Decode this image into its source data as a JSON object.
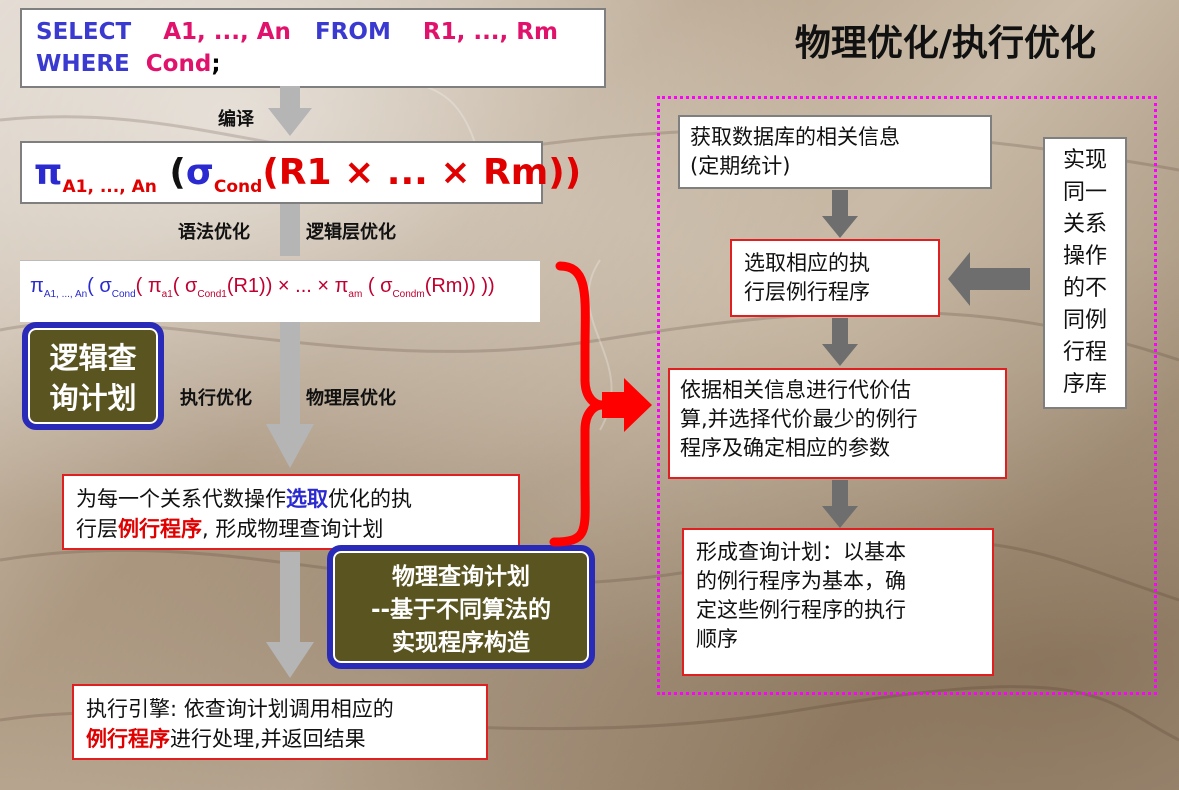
{
  "sql": {
    "select_kw": "SELECT",
    "select_cols": "A1, ..., An",
    "from_kw": "FROM",
    "from_rels": "R1, ..., Rm",
    "where_kw": "WHERE",
    "cond": "Cond",
    "semicolon": ";"
  },
  "labels": {
    "compile": "编译",
    "syntax_opt": "语法优化",
    "logic_opt": "逻辑层优化",
    "exec_opt": "执行优化",
    "phys_layer_opt": "物理层优化"
  },
  "formula1": {
    "pi": "π",
    "pi_sub": "A1, ..., An",
    "open": " (",
    "sigma": "σ",
    "sigma_sub": "Cond",
    "body": "(R1 × ... × Rm))"
  },
  "formula2": {
    "text_a": "π",
    "sub_a": "A1, ..., An",
    "text_b": "( σ",
    "sub_b": "Cond",
    "text_c": "(   π",
    "sub_c": "a1",
    "text_d": "( σ",
    "sub_d": "Cond1",
    "text_e": "(R1)) × ... × π",
    "sub_e": "am",
    "text_f": " ( σ",
    "sub_f": "Condm",
    "text_g": "(Rm)) ))"
  },
  "logic_plan": {
    "line1": "逻辑查",
    "line2": "询计划"
  },
  "phys_plan": {
    "line1": "物理查询计划",
    "line2": "--基于不同算法的",
    "line3": "实现程序构造"
  },
  "select_box": {
    "p1": "为每一个关系代数操作",
    "hl1": "选取",
    "p2": "优化的执",
    "p3": "行层",
    "hl2": "例行程序",
    "p4": ", 形成物理查询计划"
  },
  "exec_box": {
    "p1": "执行引擎: 依查询计划调用相应的",
    "hl": "例行程序",
    "p2": "进行处理,并返回结果"
  },
  "right": {
    "title": "物理优化/执行优化",
    "box1": "获取数据库的相关信息\n(定期统计)",
    "box2": "选取相应的执\n行层例行程序",
    "box3": "依据相关信息进行代价估\n算,并选择代价最少的例行\n程序及确定相应的参数",
    "box4": "形成查询计划：以基本\n的例行程序为基本，确\n定这些例行程序的执行\n顺序",
    "side": "实现\n同一\n关系\n操作\n的不\n同例\n行程\n序库"
  }
}
